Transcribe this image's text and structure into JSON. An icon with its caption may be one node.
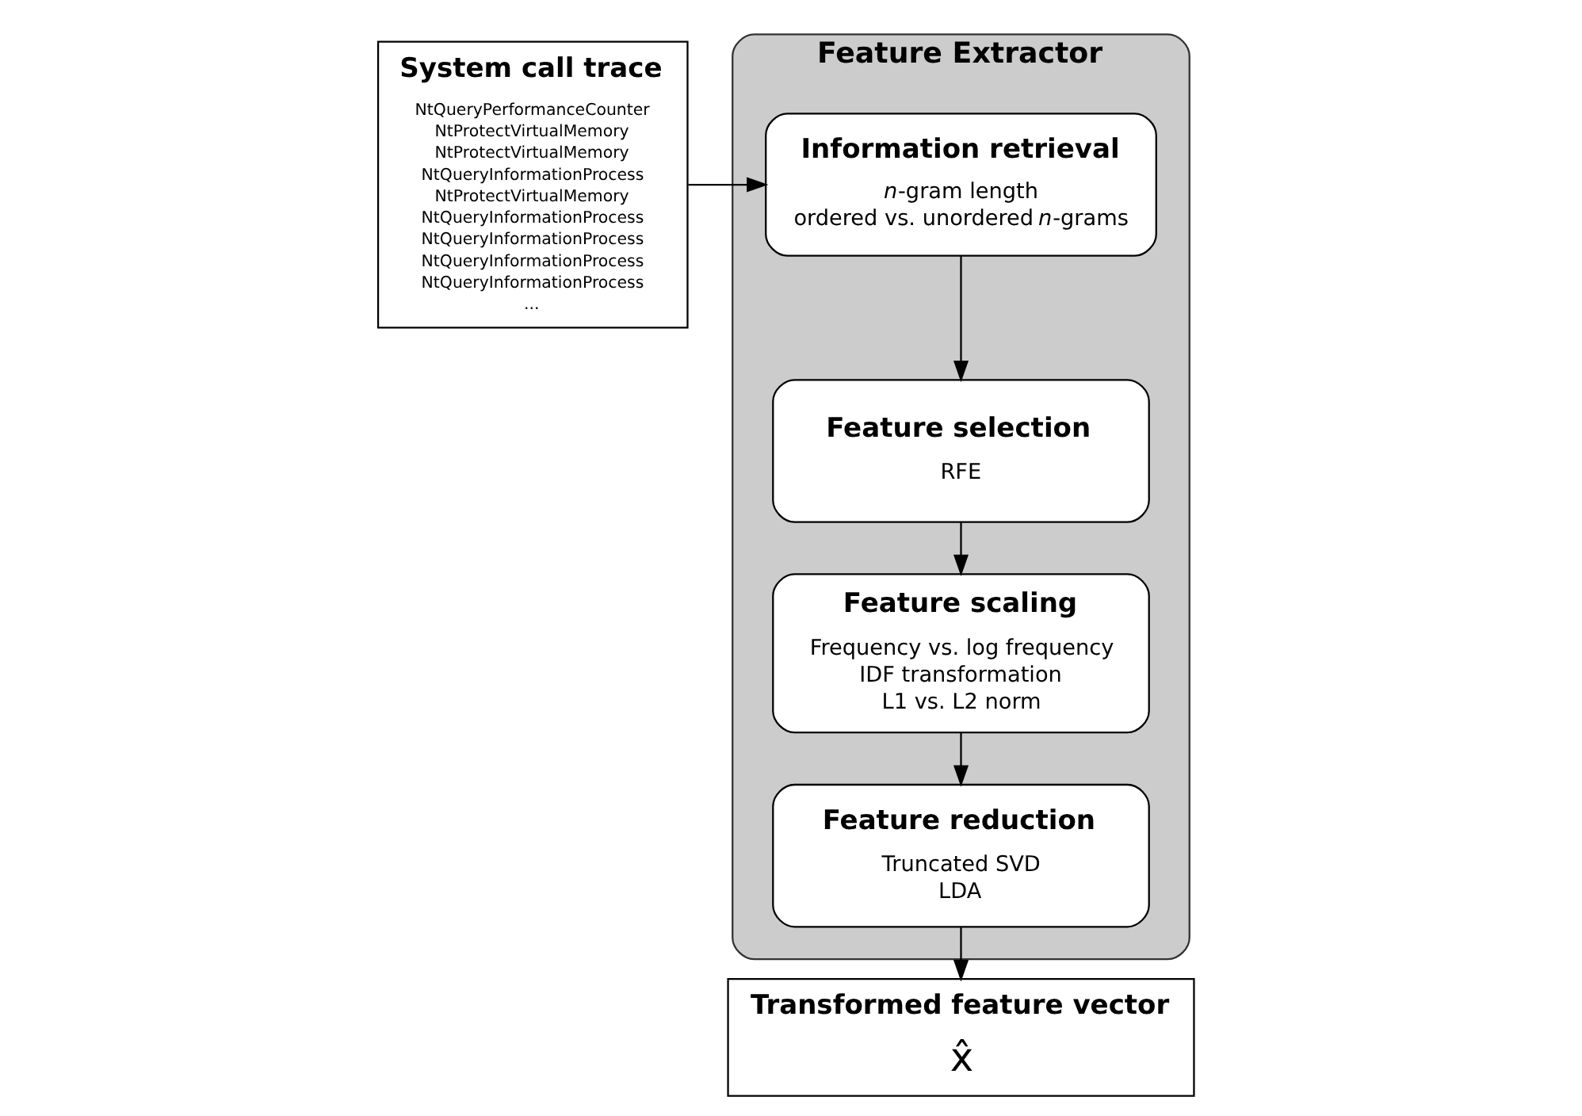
{
  "diagram": {
    "nodes": [
      {
        "text": [
          "System call trace",
          "NtQueryPerformanceCounter",
          "NtProtectVirtualMemory",
          "NtProtectVirtualMemory",
          "NtQueryInformationProcess",
          "NtProtectVirtualMemory",
          "NtQueryInformationProcess",
          "NtQueryInformationProcess",
          "NtQueryInformationProcess",
          "NtQueryInformationProcess",
          "..."
        ]
      },
      {
        "text": [
          "Feature Extractor"
        ]
      },
      {
        "text": [
          "Information retrieval",
          "*n*-gram length",
          "ordered vs. unordered *n*-grams"
        ],
        "in": 1
      },
      {
        "text": [
          "Feature selection",
          "RFE"
        ],
        "in": 1
      },
      {
        "text": [
          "Feature scaling",
          "Frequency vs. log frequency",
          "IDF transformation",
          "L1 vs. L2 norm"
        ],
        "in": 1
      },
      {
        "text": [
          "Feature reduction",
          "Truncated SVD",
          "LDA"
        ],
        "in": 1
      },
      {
        "text": [
          "Transformed feature vector",
          "x̂"
        ]
      }
    ],
    "edges": [
      {
        "from": 0,
        "to": 2,
        "arrow": "to"
      },
      {
        "from": 2,
        "to": 3,
        "arrow": "to"
      },
      {
        "from": 3,
        "to": 4,
        "arrow": "to"
      },
      {
        "from": 4,
        "to": 5,
        "arrow": "to"
      },
      {
        "from": 5,
        "to": 6,
        "arrow": "to"
      }
    ]
  }
}
